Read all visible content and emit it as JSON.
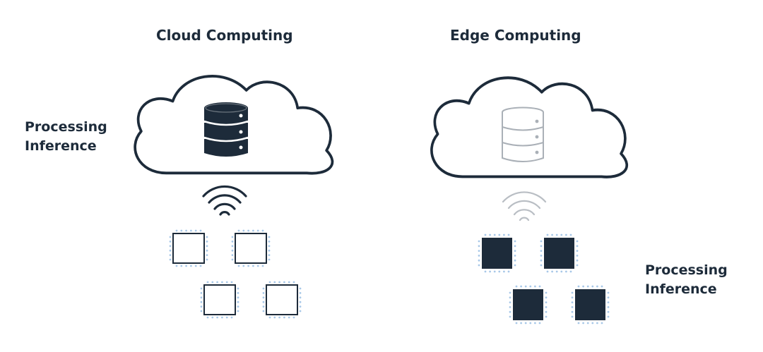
{
  "cloud_panel": {
    "title": "Cloud Computing",
    "label_line1": "Processing",
    "label_line2": "Inference",
    "devices": 4
  },
  "edge_panel": {
    "title": "Edge Computing",
    "label_line1": "Processing",
    "label_line2": "Inference",
    "devices": 4
  },
  "colors": {
    "dark": "#1d2b3a",
    "faded": "#b9bec4",
    "pin": "#a8c8e8"
  },
  "icons": [
    "cloud-icon",
    "database-icon",
    "wifi-icon",
    "chip-icon"
  ]
}
